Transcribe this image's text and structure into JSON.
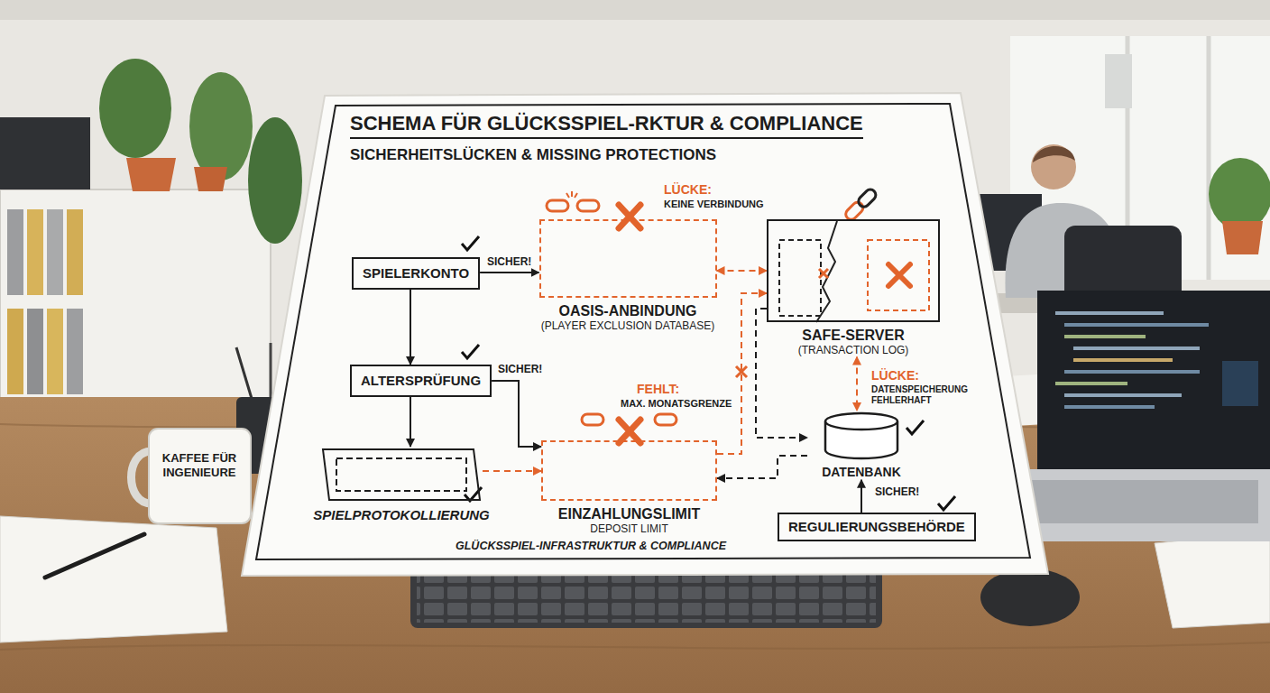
{
  "diagram": {
    "title": "SCHEMA FÜR GLÜCKSSPIEL-RKTUR & COMPLIANCE",
    "caption": "GLÜCKSSPIEL-INFRASTRUKTUR & COMPLIANCE",
    "nodes": [
      {
        "text": [
          "SPIELERKONTO"
        ]
      },
      {
        "text": [
          "OASIS-ANBINDUNG",
          "(PLAYER EXCLUSION DATABASE)"
        ]
      },
      {
        "text": [
          "SAFE-SERVER",
          "(TRANSACTION LOG)"
        ]
      },
      {
        "text": [
          "ALTERSPRÜFUNG"
        ]
      },
      {
        "text": [
          "EINZAHLUNGSLIMIT",
          "DEPOSIT LIMIT"
        ]
      },
      {
        "text": [
          "DATENBANK"
        ]
      },
      {
        "text": [
          "SPIELPROTOKOLLIERUNG"
        ]
      },
      {
        "text": [
          "REGULIERUNGSBEHÖRDE"
        ]
      }
    ],
    "edges": [
      {
        "from": 0,
        "to": 1,
        "label": "SICHER!",
        "arrow": "to"
      },
      {
        "from": 0,
        "to": 3,
        "arrow": "to"
      },
      {
        "from": 3,
        "to": 6,
        "arrow": "to"
      },
      {
        "from": 3,
        "to": 4,
        "label": "SICHER!",
        "arrow": "to"
      },
      {
        "from": 6,
        "to": 4,
        "arrow": "to"
      },
      {
        "from": 1,
        "to": 2,
        "arrow": "both"
      },
      {
        "from": 4,
        "to": 2,
        "arrow": "to"
      },
      {
        "from": 2,
        "to": 5,
        "arrow": "both"
      },
      {
        "from": 2,
        "to": 5,
        "arrow": "to"
      },
      {
        "from": 5,
        "to": 4,
        "arrow": "to"
      },
      {
        "from": 7,
        "to": 5,
        "label": "SICHER!",
        "arrow": "to"
      }
    ],
    "labels": [
      "SICHERHEITSLÜCKEN & MISSING PROTECTIONS",
      "LÜCKE:",
      "KEINE VERBINDUNG",
      "FEHLT:",
      "MAX. MONATSGRENZE",
      "LÜCKE:",
      "DATENSPEICHERUNG FEHLERHAFT",
      "KAFFEE FÜR INGENIEURE"
    ]
  }
}
